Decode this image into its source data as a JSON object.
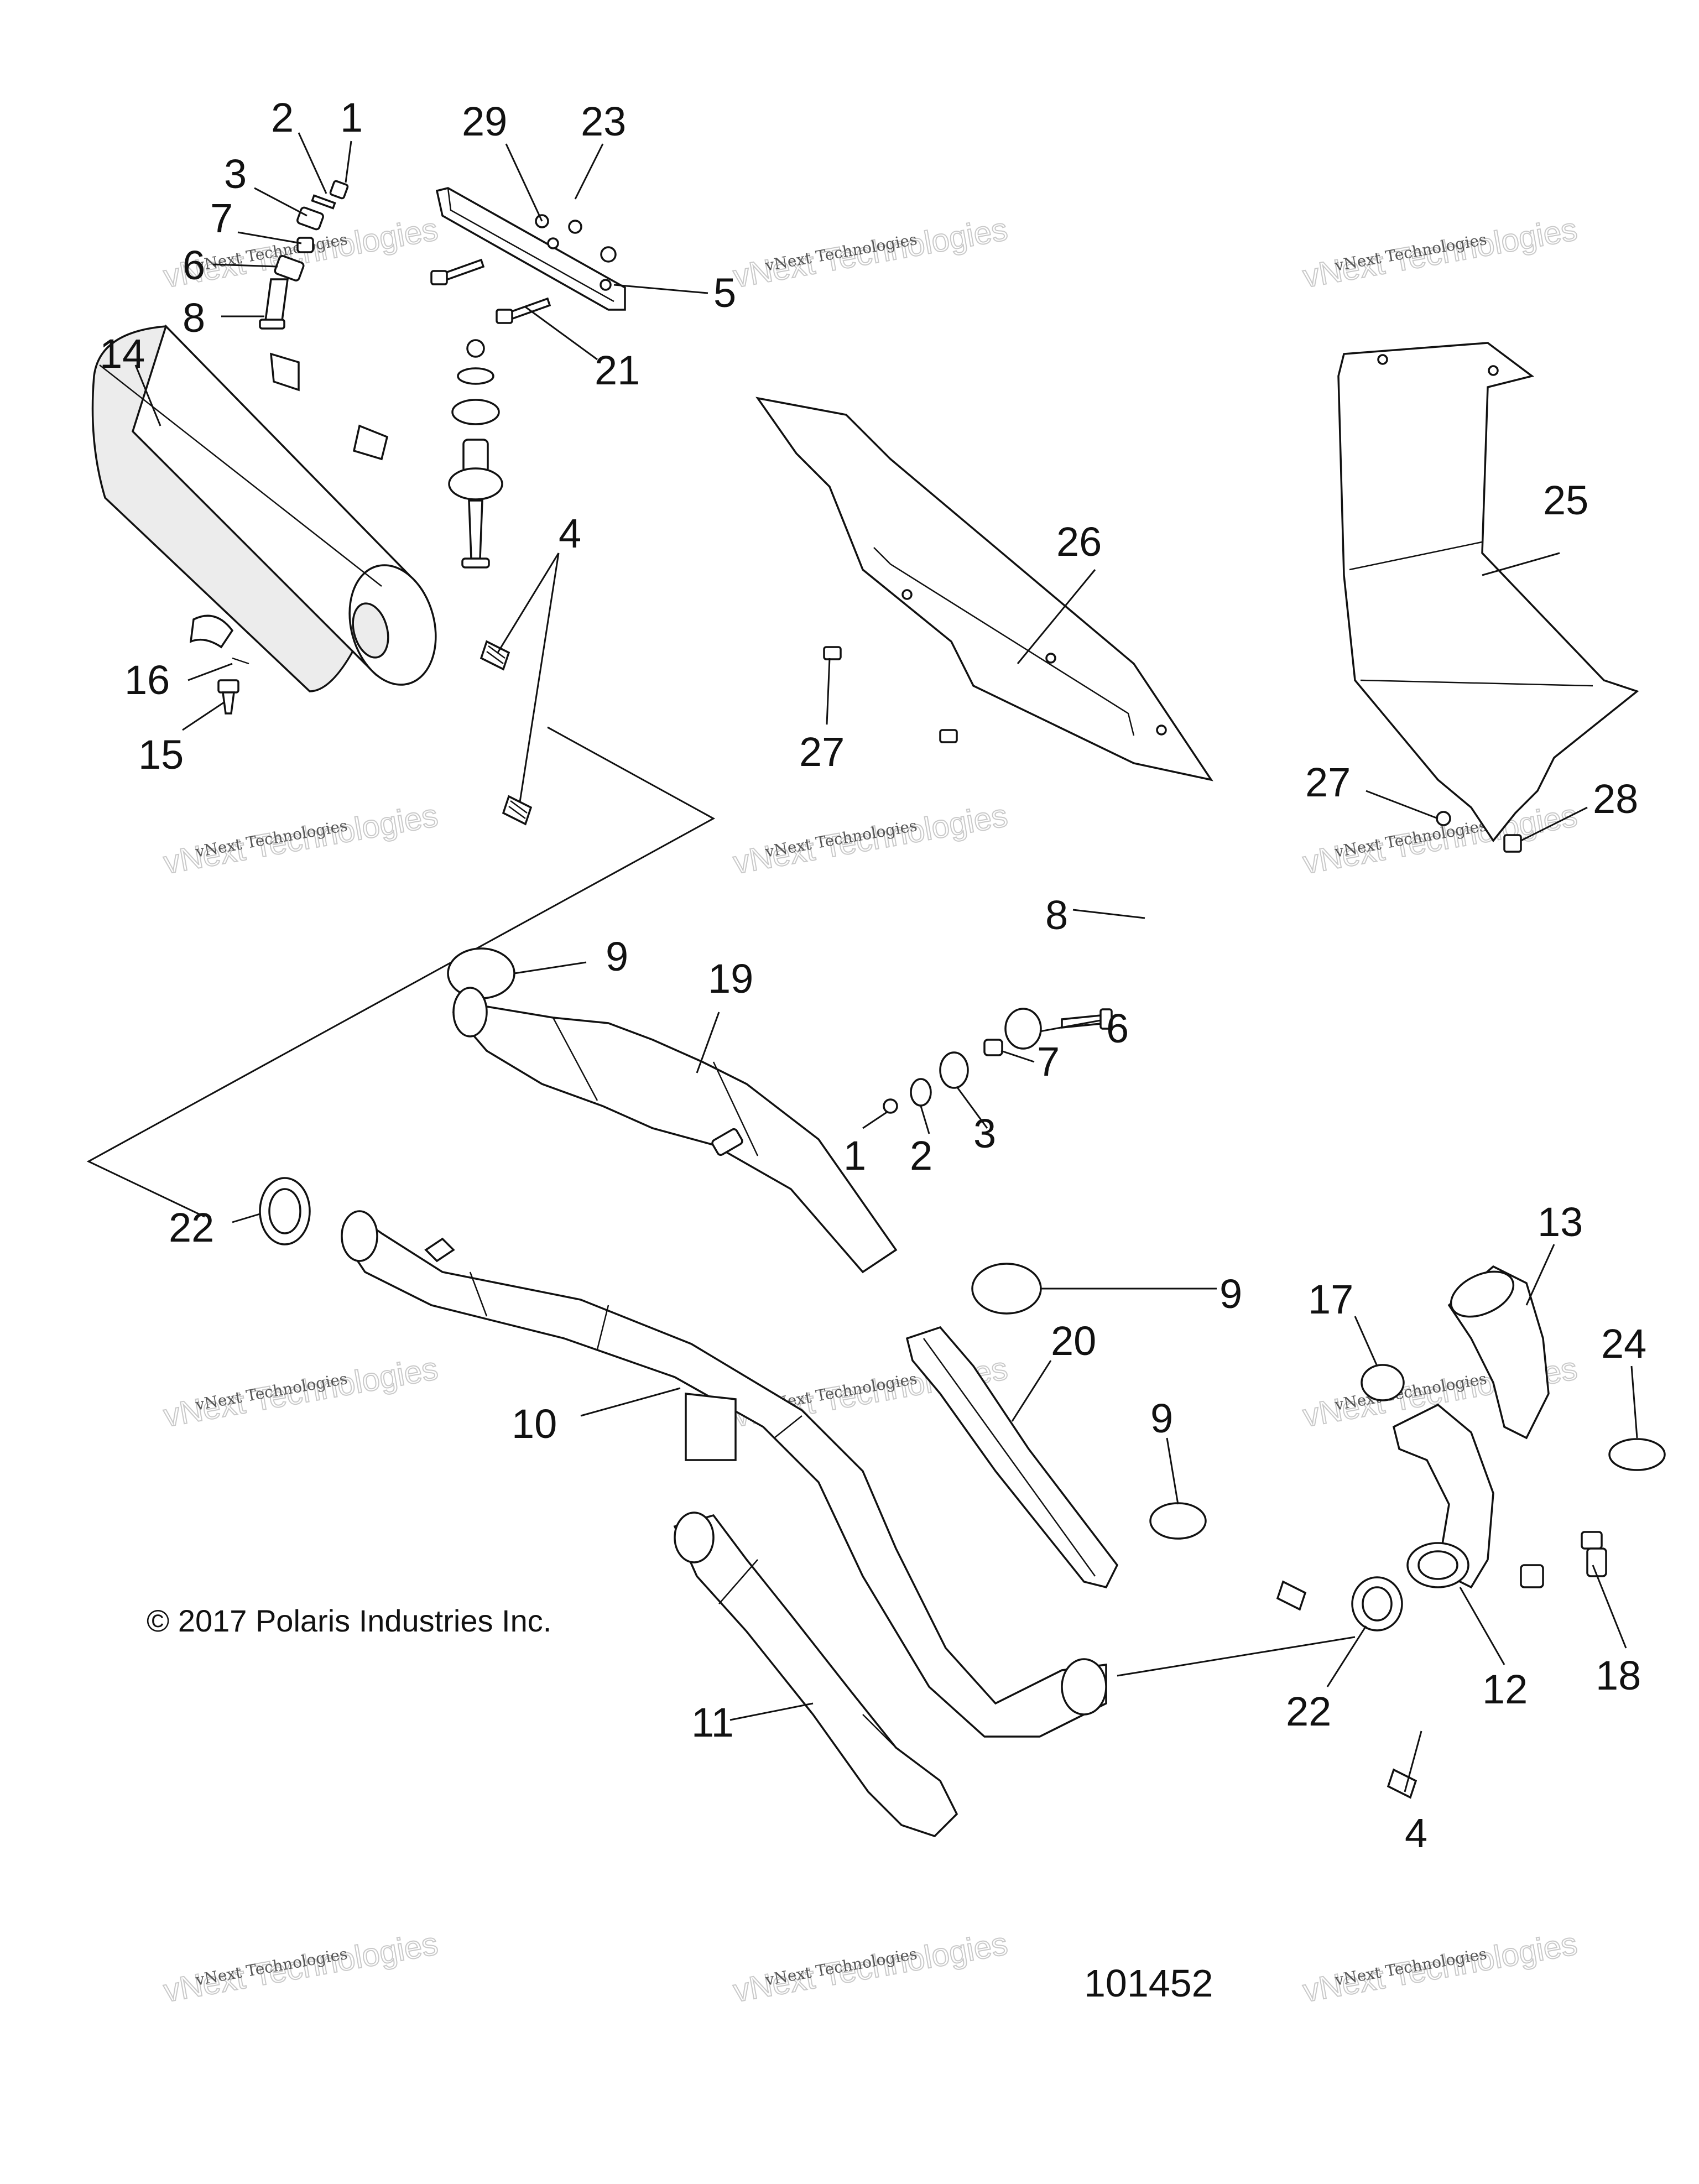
{
  "callouts": [
    {
      "num": "1"
    },
    {
      "num": "2"
    },
    {
      "num": "3"
    },
    {
      "num": "7"
    },
    {
      "num": "6"
    },
    {
      "num": "8"
    },
    {
      "num": "29"
    },
    {
      "num": "23"
    },
    {
      "num": "5"
    },
    {
      "num": "21"
    },
    {
      "num": "14"
    },
    {
      "num": "4"
    },
    {
      "num": "16"
    },
    {
      "num": "15"
    },
    {
      "num": "26"
    },
    {
      "num": "27"
    },
    {
      "num": "25"
    },
    {
      "num": "27"
    },
    {
      "num": "28"
    },
    {
      "num": "8"
    },
    {
      "num": "9"
    },
    {
      "num": "6"
    },
    {
      "num": "19"
    },
    {
      "num": "7"
    },
    {
      "num": "1"
    },
    {
      "num": "2"
    },
    {
      "num": "3"
    },
    {
      "num": "22"
    },
    {
      "num": "9"
    },
    {
      "num": "13"
    },
    {
      "num": "17"
    },
    {
      "num": "24"
    },
    {
      "num": "20"
    },
    {
      "num": "9"
    },
    {
      "num": "10"
    },
    {
      "num": "18"
    },
    {
      "num": "12"
    },
    {
      "num": "22"
    },
    {
      "num": "11"
    },
    {
      "num": "4"
    }
  ],
  "copyright": "© 2017 Polaris Industries Inc.",
  "diagram_number": "101452",
  "watermark": {
    "line1": "vNext Technologies",
    "line2": "vNext Technologies"
  },
  "colors": {
    "ink": "#111111",
    "watermark": "#c9c9c9"
  }
}
